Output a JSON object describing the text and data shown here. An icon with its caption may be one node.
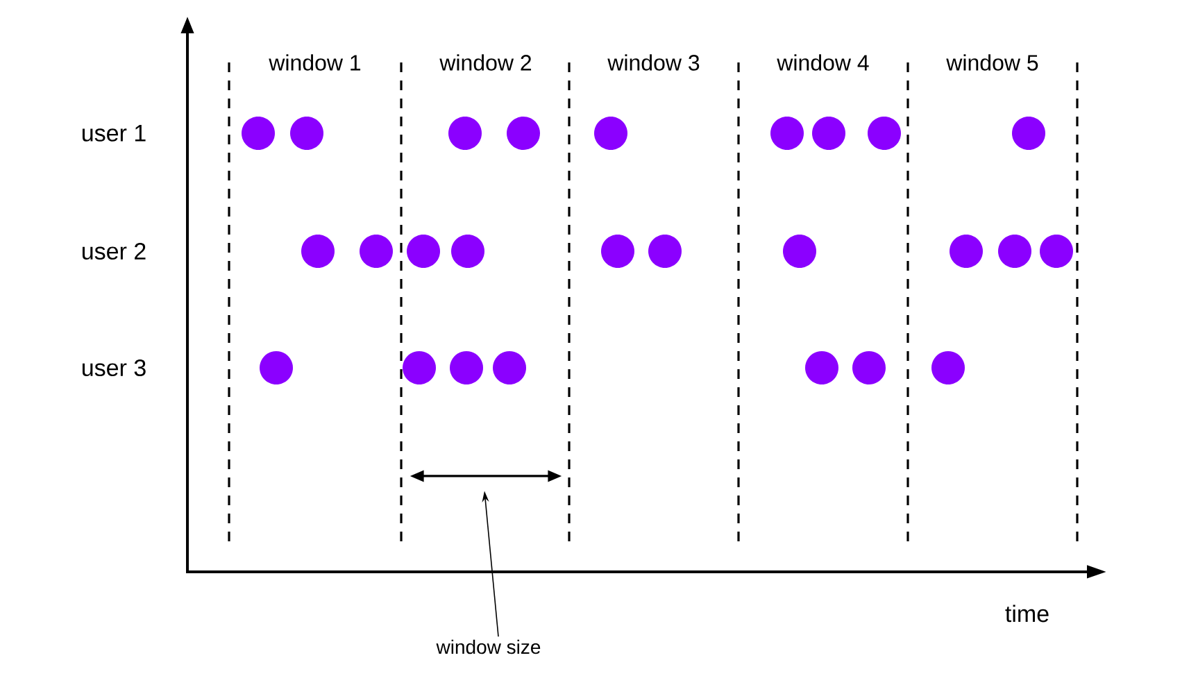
{
  "diagram": {
    "nodes": [
      {
        "text": [],
        "shape": "arrow"
      },
      {
        "text": [
          "window size"
        ]
      }
    ],
    "edges": [
      {
        "from": 1,
        "to": 0,
        "arrow": "to"
      }
    ],
    "labels": [
      "window 1",
      "window 2",
      "window 3",
      "window 4",
      "window 5",
      "user 1",
      "user 2",
      "user 3",
      "time"
    ]
  }
}
